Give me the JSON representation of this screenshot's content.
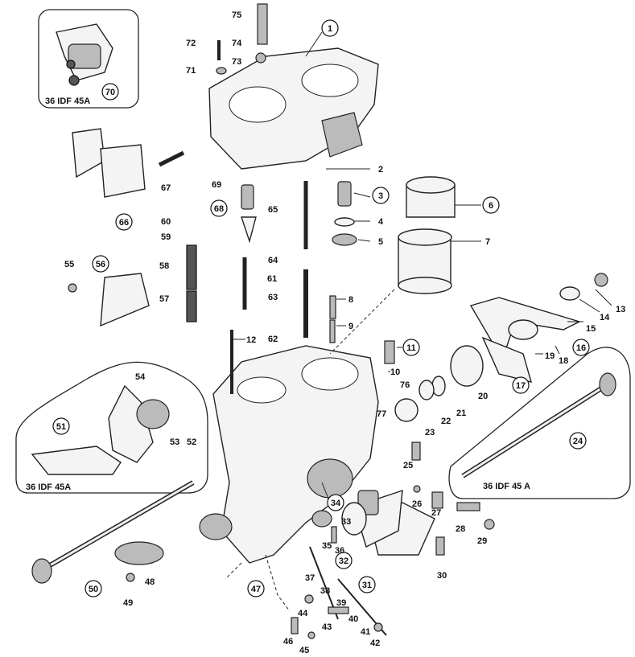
{
  "insets": {
    "top_left": "36 IDF 45A",
    "left": "36 IDF 45A",
    "right": "36 IDF 45 A"
  },
  "part_numbers": {
    "p1": "1",
    "p2": "2",
    "p3": "3",
    "p4": "4",
    "p5": "5",
    "p6": "6",
    "p7": "7",
    "p8": "8",
    "p9": "9",
    "p10": "10",
    "p11": "11",
    "p12": "12",
    "p13": "13",
    "p14": "14",
    "p15": "15",
    "p16": "16",
    "p17": "17",
    "p18": "18",
    "p19": "19",
    "p20": "20",
    "p21": "21",
    "p22": "22",
    "p23": "23",
    "p24": "24",
    "p25": "25",
    "p26": "26",
    "p27": "27",
    "p28": "28",
    "p29": "29",
    "p30": "30",
    "p31": "31",
    "p32": "32",
    "p33": "33",
    "p34": "34",
    "p35": "35",
    "p36": "36",
    "p37": "37",
    "p38": "38",
    "p39": "39",
    "p40": "40",
    "p41": "41",
    "p42": "42",
    "p43": "43",
    "p44": "44",
    "p45": "45",
    "p46": "46",
    "p47": "47",
    "p48": "48",
    "p49": "49",
    "p50": "50",
    "p51": "51",
    "p52": "52",
    "p53": "53",
    "p54": "54",
    "p55": "55",
    "p56": "56",
    "p57": "57",
    "p58": "58",
    "p59": "59",
    "p60": "60",
    "p61": "61",
    "p62": "62",
    "p63": "63",
    "p64": "64",
    "p65": "65",
    "p66": "66",
    "p67": "67",
    "p68": "68",
    "p69": "69",
    "p70": "70",
    "p71": "71",
    "p72": "72",
    "p73": "73",
    "p74": "74",
    "p75": "75",
    "p76": "76",
    "p77": "77"
  }
}
